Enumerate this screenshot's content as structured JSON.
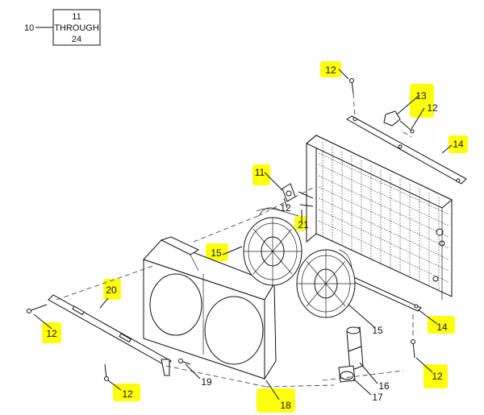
{
  "key_box": {
    "index": "10",
    "from": "11",
    "word": "THROUGH",
    "to": "24"
  },
  "callouts": {
    "c12_top": "12",
    "c13": "13",
    "c12_bracket": "12",
    "c14_top": "14",
    "c11": "11",
    "c12_mid": "12",
    "c21": "21",
    "c15_left": "15",
    "c20": "20",
    "c15_right": "15",
    "c14_bottom": "14",
    "c12_left": "12",
    "c19": "19",
    "c16": "16",
    "c17": "17",
    "c12_bottom_left": "12",
    "c18": "18",
    "c12_bottom_right": "12"
  },
  "highlight_color": "#ffff00"
}
